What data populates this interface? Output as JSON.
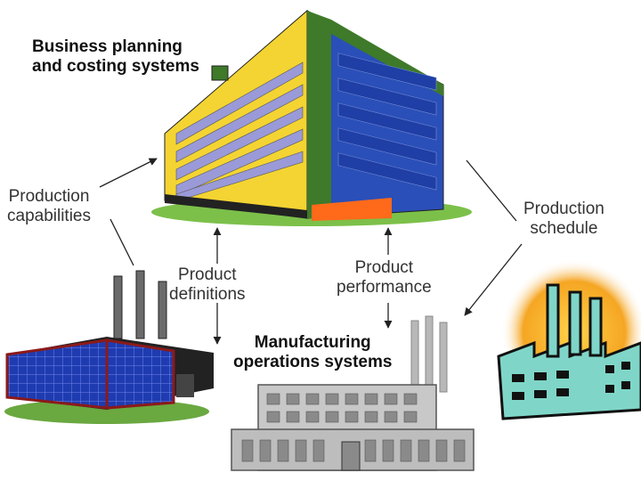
{
  "nodes": {
    "business": {
      "line1": "Business planning",
      "line2": "and costing systems"
    },
    "manufacturing": {
      "line1": "Manufacturing",
      "line2": "operations systems"
    }
  },
  "flows": {
    "capabilities": {
      "line1": "Production",
      "line2": "capabilities"
    },
    "definitions": {
      "line1": "Product",
      "line2": "definitions"
    },
    "performance": {
      "line1": "Product",
      "line2": "performance"
    },
    "schedule": {
      "line1": "Production",
      "line2": "schedule"
    }
  },
  "colors": {
    "building_yellow": "#f4d432",
    "building_blue": "#2a4fb8",
    "building_green": "#3e7a2a",
    "window_lavender": "#9a9ad8",
    "factory_teal": "#7fd6c8",
    "sun_orange": "#f5a623",
    "plant_gray": "#b8b8b8"
  },
  "icons": [
    "office-building-icon",
    "dark-factory-icon",
    "sunrise-factory-icon",
    "gray-plant-icon"
  ]
}
